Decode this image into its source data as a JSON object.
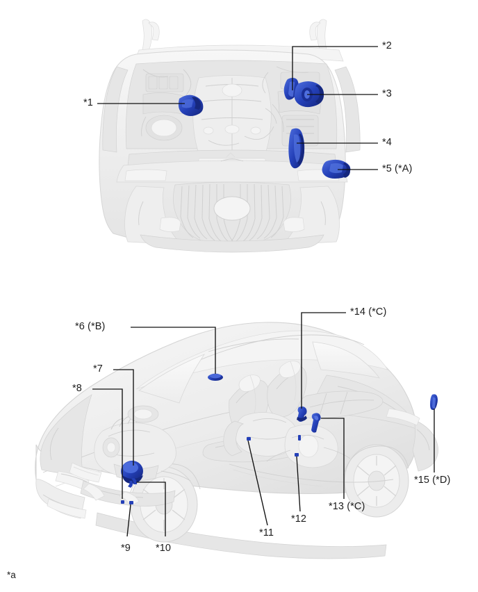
{
  "document": {
    "type": "vehicle-component-location-diagram",
    "figure_count": 2,
    "footnote": "*a"
  },
  "colors": {
    "highlight_part": "#2440b8",
    "highlight_part_dark": "#16287e",
    "highlight_part_light": "#4a68d8",
    "body_ghost": "#eeeeee",
    "leader_line": "#111111",
    "text": "#1c1c1c",
    "background": "#ffffff"
  },
  "figures": [
    {
      "id": "figure-top",
      "view": "engine-compartment-front-view",
      "description": "Front three-quarter view of vehicle with hood removed showing engine compartment",
      "callouts": [
        {
          "id": "c1",
          "label": "*1",
          "number": "1",
          "suffix": "",
          "side": "left"
        },
        {
          "id": "c2",
          "label": "*2",
          "number": "2",
          "suffix": "",
          "side": "right"
        },
        {
          "id": "c3",
          "label": "*3",
          "number": "3",
          "suffix": "",
          "side": "right"
        },
        {
          "id": "c4",
          "label": "*4",
          "number": "4",
          "suffix": "",
          "side": "right"
        },
        {
          "id": "c5",
          "label": "*5 (*A)",
          "number": "5",
          "suffix": "(*A)",
          "side": "right"
        }
      ]
    },
    {
      "id": "figure-bottom",
      "view": "vehicle-three-quarter-cutaway",
      "description": "Three-quarter rear view of complete vehicle body shown semi-transparent with interior and chassis components",
      "callouts": [
        {
          "id": "c6",
          "label": "*6 (*B)",
          "number": "6",
          "suffix": "(*B)",
          "side": "left"
        },
        {
          "id": "c7",
          "label": "*7",
          "number": "7",
          "suffix": "",
          "side": "left"
        },
        {
          "id": "c8",
          "label": "*8",
          "number": "8",
          "suffix": "",
          "side": "left"
        },
        {
          "id": "c9",
          "label": "*9",
          "number": "9",
          "suffix": "",
          "side": "bottom"
        },
        {
          "id": "c10",
          "label": "*10",
          "number": "10",
          "suffix": "",
          "side": "bottom"
        },
        {
          "id": "c11",
          "label": "*11",
          "number": "11",
          "suffix": "",
          "side": "bottom"
        },
        {
          "id": "c12",
          "label": "*12",
          "number": "12",
          "suffix": "",
          "side": "bottom"
        },
        {
          "id": "c13",
          "label": "*13 (*C)",
          "number": "13",
          "suffix": "(*C)",
          "side": "bottom"
        },
        {
          "id": "c14",
          "label": "*14 (*C)",
          "number": "14",
          "suffix": "(*C)",
          "side": "top"
        },
        {
          "id": "c15",
          "label": "*15 (*D)",
          "number": "15",
          "suffix": "(*D)",
          "side": "bottom"
        }
      ]
    }
  ]
}
